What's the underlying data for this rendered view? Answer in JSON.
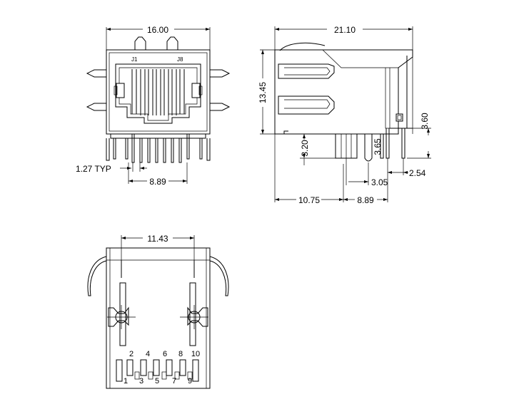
{
  "dimensions": {
    "front_width": "16.00",
    "side_depth": "21.10",
    "height": "13.45",
    "pin_pitch": "1.27 TYP",
    "pin_span": "8.89",
    "post_height": "3.20",
    "led_pin_height": "3.60",
    "standoff": "3.65",
    "pin_offset": "3.05",
    "led_pin_offset": "2.54",
    "front_to_row": "10.75",
    "row_spacing": "8.89",
    "shield_width": "11.43"
  },
  "contact_labels": {
    "first": "J1",
    "last": "J8"
  },
  "pin_numbers": {
    "top_row": [
      "2",
      "4",
      "6",
      "8",
      "10"
    ],
    "bottom_row": [
      "1",
      "3",
      "5",
      "7",
      "9"
    ]
  }
}
